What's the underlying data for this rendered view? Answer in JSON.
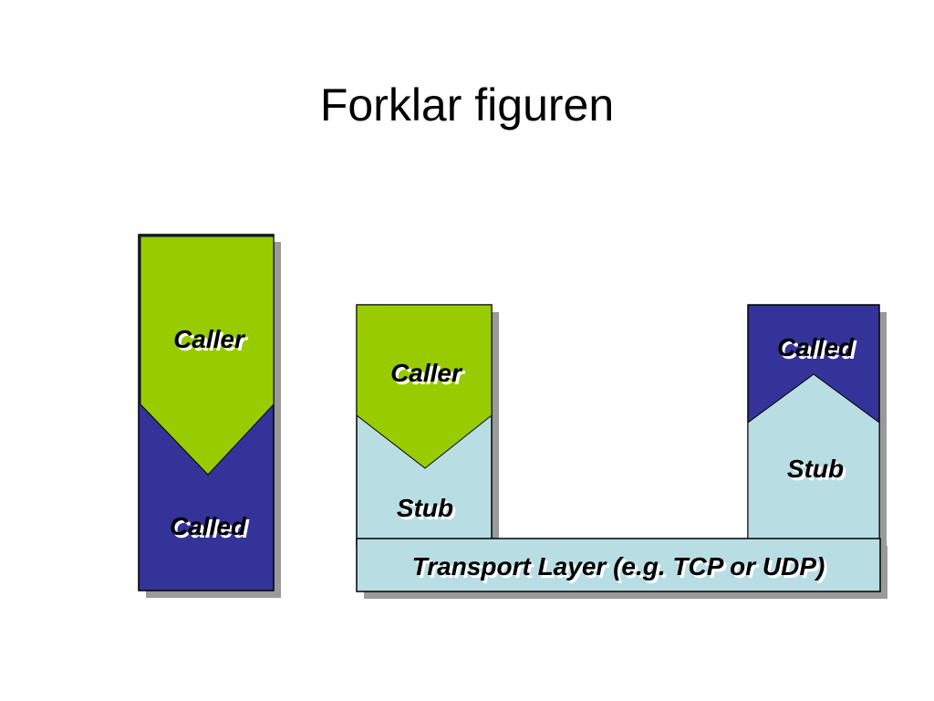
{
  "slide": {
    "title": "Forklar figuren"
  },
  "diagram": {
    "local": {
      "caller_label": "Caller",
      "called_label": "Called"
    },
    "client": {
      "caller_label": "Caller",
      "stub_label": "Stub"
    },
    "server": {
      "called_label": "Called",
      "stub_label": "Stub"
    },
    "transport": {
      "label": "Transport Layer (e.g. TCP or UDP)"
    }
  },
  "colors": {
    "caller": "#99CC00",
    "called": "#333399",
    "stub": "#B8DEE3",
    "shadow": "#9A9A9A",
    "outline": "#000000"
  }
}
